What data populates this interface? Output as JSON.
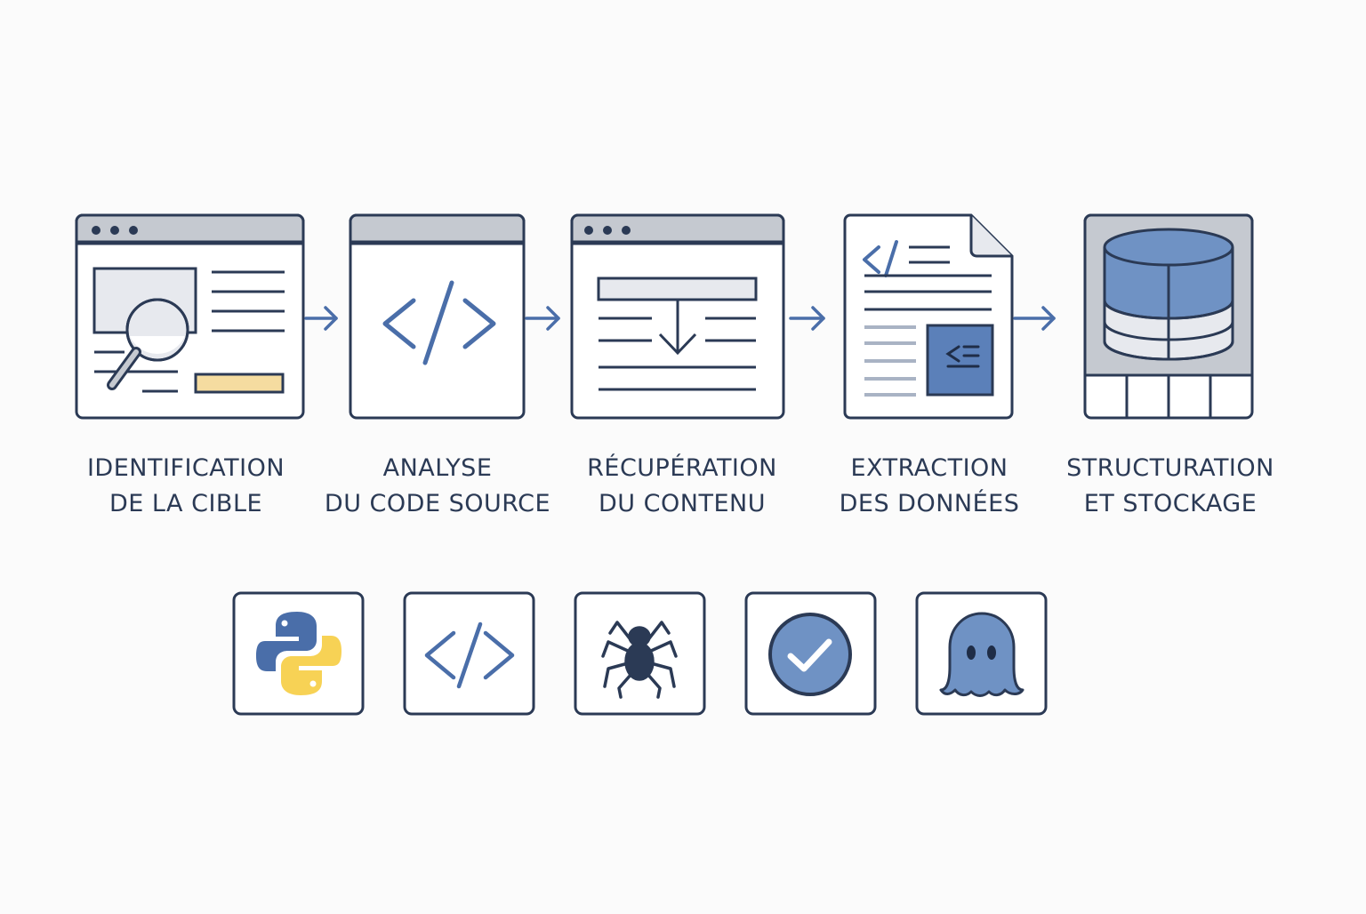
{
  "colors": {
    "ink": "#2b3a55",
    "accent": "#4a6ea9",
    "accent_fill": "#6f92c4",
    "highlight": "#f5dca0",
    "python_yellow": "#f7d255",
    "chrome": "#c5c9d0",
    "pale": "#e7e9ee"
  },
  "steps": [
    {
      "icon": "webpage-search-icon",
      "line1": "IDENTIFICATION",
      "line2": "DE LA CIBLE"
    },
    {
      "icon": "code-tag-icon",
      "line1": "ANALYSE",
      "line2": "DU CODE SOURCE"
    },
    {
      "icon": "download-content-icon",
      "line1": "RÉCUPÉRATION",
      "line2": "DU CONTENU"
    },
    {
      "icon": "document-extract-icon",
      "line1": "EXTRACTION",
      "line2": "DES DONNÉES"
    },
    {
      "icon": "database-icon",
      "line1": "STRUCTURATION",
      "line2": "ET STOCKAGE"
    }
  ],
  "tools": [
    {
      "icon": "python-icon"
    },
    {
      "icon": "code-icon"
    },
    {
      "icon": "spider-icon"
    },
    {
      "icon": "checkmark-icon"
    },
    {
      "icon": "ghost-icon"
    }
  ]
}
